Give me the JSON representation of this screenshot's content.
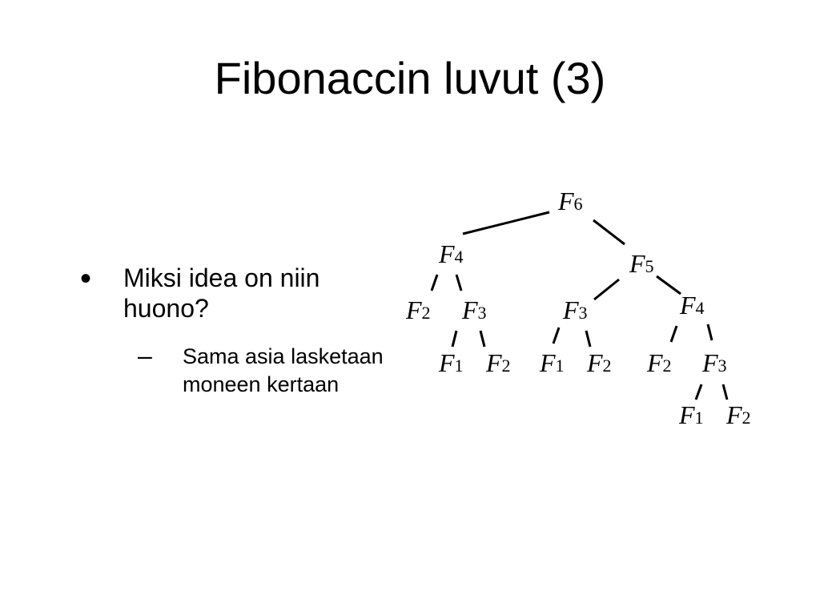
{
  "slide": {
    "title": "Fibonaccin luvut (3)",
    "bullets": [
      {
        "marker": "•",
        "text": "Miksi idea on niin huono?",
        "sub_bullets": [
          {
            "marker": "–",
            "text": "Sama asia lasketaan moneen kertaan"
          }
        ]
      }
    ]
  },
  "tree": {
    "nodes": [
      {
        "id": "n-f6",
        "var": "F",
        "sub": "6"
      },
      {
        "id": "n-f4-a",
        "var": "F",
        "sub": "4"
      },
      {
        "id": "n-f5",
        "var": "F",
        "sub": "5"
      },
      {
        "id": "n-f2-a",
        "var": "F",
        "sub": "2"
      },
      {
        "id": "n-f3-a",
        "var": "F",
        "sub": "3"
      },
      {
        "id": "n-f3-b",
        "var": "F",
        "sub": "3"
      },
      {
        "id": "n-f4-b",
        "var": "F",
        "sub": "4"
      },
      {
        "id": "n-f1-a",
        "var": "F",
        "sub": "1"
      },
      {
        "id": "n-f2-b",
        "var": "F",
        "sub": "2"
      },
      {
        "id": "n-f1-b",
        "var": "F",
        "sub": "1"
      },
      {
        "id": "n-f2-c",
        "var": "F",
        "sub": "2"
      },
      {
        "id": "n-f2-d",
        "var": "F",
        "sub": "2"
      },
      {
        "id": "n-f3-c",
        "var": "F",
        "sub": "3"
      },
      {
        "id": "n-f1-c",
        "var": "F",
        "sub": "1"
      },
      {
        "id": "n-f2-e",
        "var": "F",
        "sub": "2"
      }
    ]
  }
}
